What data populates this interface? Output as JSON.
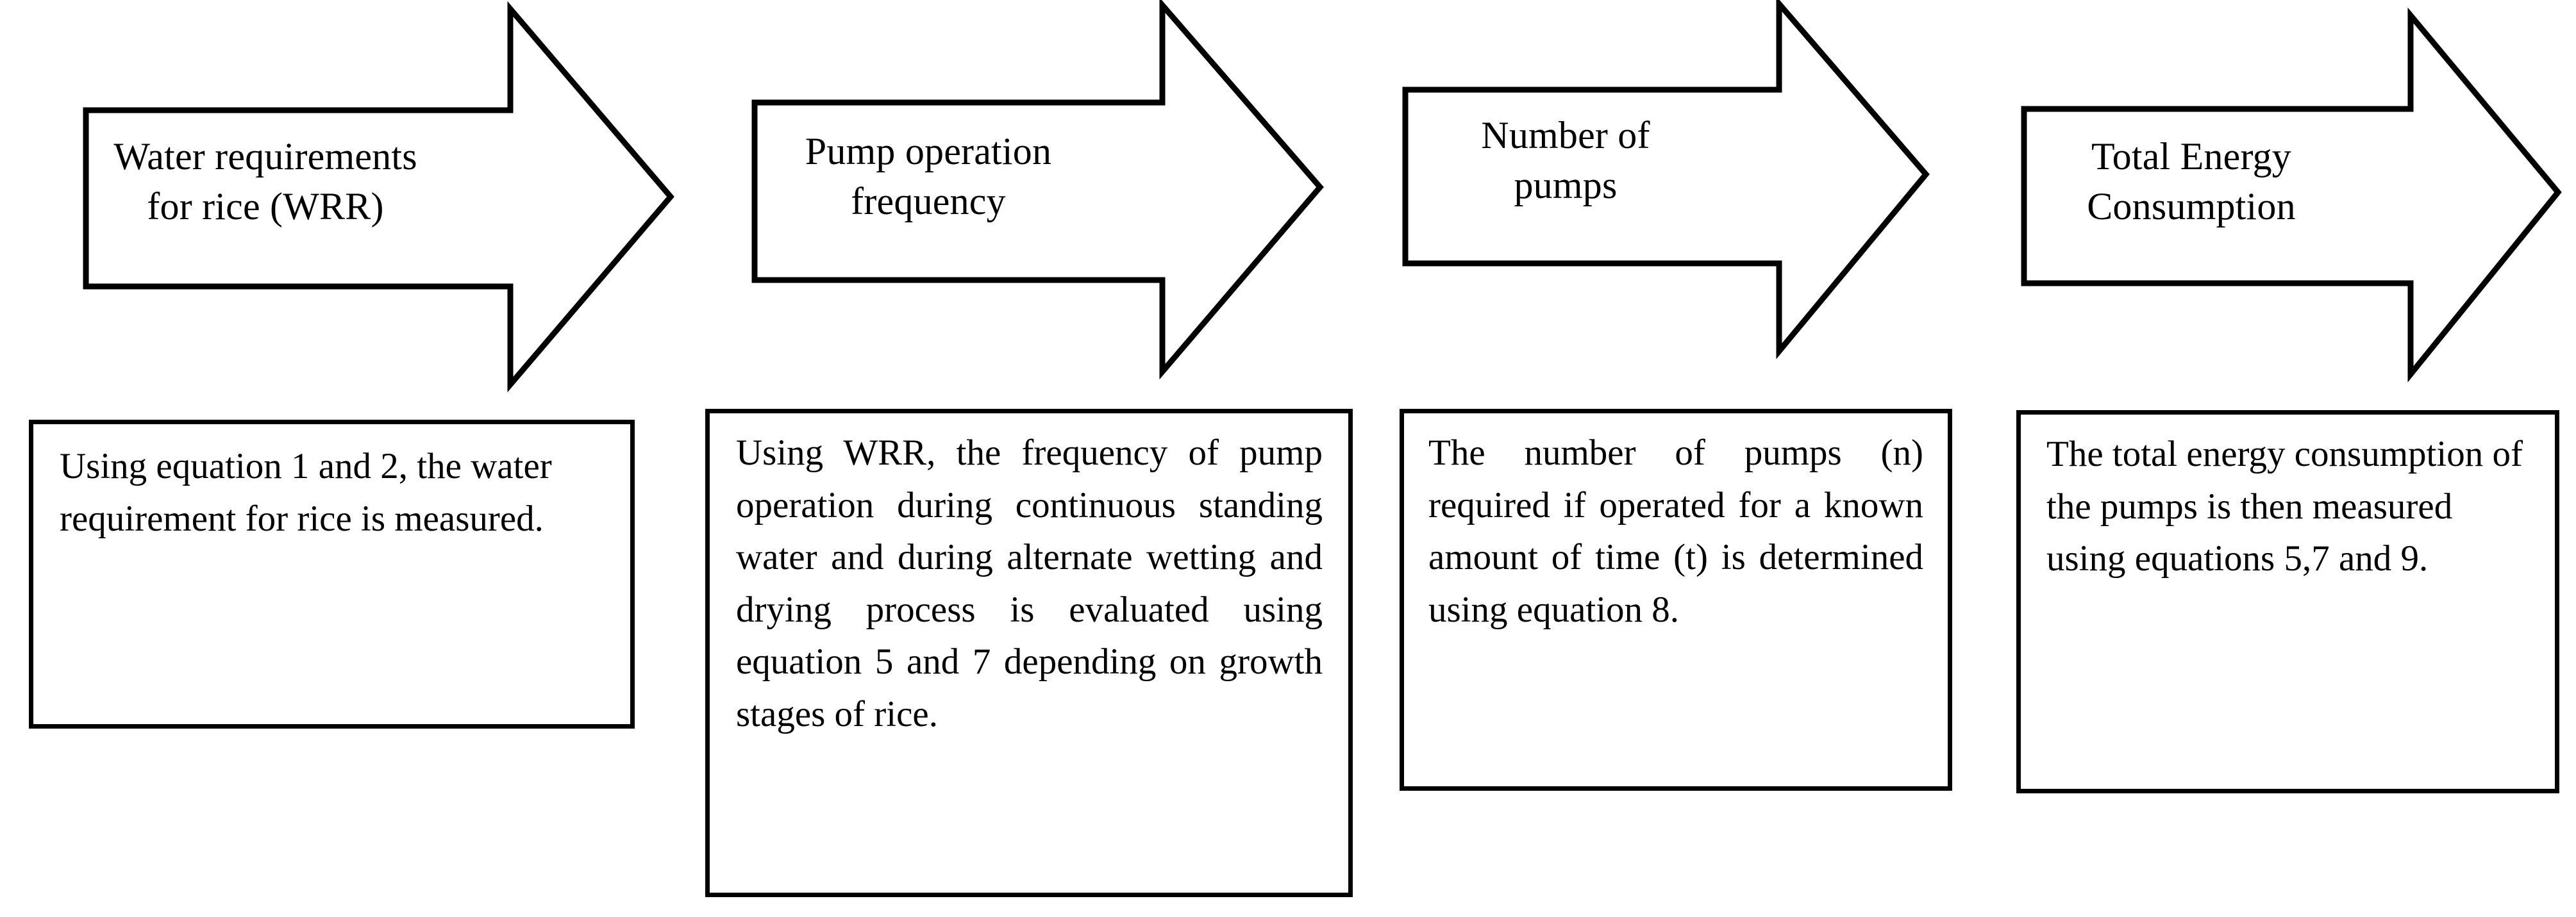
{
  "diagram": {
    "type": "process-flow",
    "orientation": "left-to-right",
    "shape": "chevron-arrow",
    "stage_count": 4,
    "stages": [
      {
        "id": "stage-1",
        "arrow_label": "Water requirements\nfor rice (WRR)",
        "description": "Using equation 1 and 2, the water requirement for rice is measured.",
        "text_align": "left"
      },
      {
        "id": "stage-2",
        "arrow_label": "Pump operation\nfrequency",
        "description": "Using WRR, the frequency of pump operation during continuous standing water and during alternate wetting and drying process is evaluated using equation 5 and 7 depending on growth stages of rice.",
        "text_align": "justify"
      },
      {
        "id": "stage-3",
        "arrow_label": "Number of\npumps",
        "description": "The number of pumps (n) required if operated for a known amount of time (t) is determined using equation 8.",
        "text_align": "justify"
      },
      {
        "id": "stage-4",
        "arrow_label": "Total Energy\nConsumption",
        "description": "The total energy consumption of the pumps is then measured using equations 5,7 and 9.",
        "text_align": "left"
      }
    ],
    "colors": {
      "stroke": "#000000",
      "fill": "#ffffff",
      "text": "#000000"
    }
  }
}
